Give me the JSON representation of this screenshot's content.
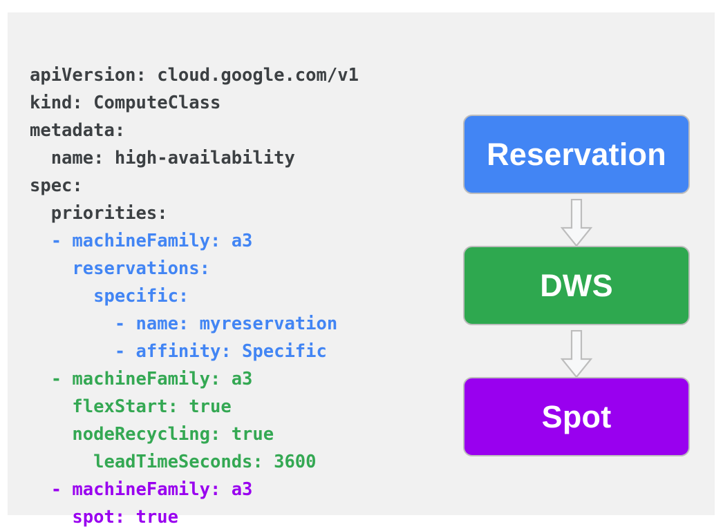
{
  "card": {
    "background_color": "#f1f1f1",
    "page_background_color": "#ffffff"
  },
  "code_block": {
    "language": "yaml",
    "colors": {
      "default": "#3c4043",
      "reservation": "#4285f4",
      "dws": "#34a853",
      "spot": "#9900ef"
    },
    "lines": [
      {
        "indent": 0,
        "text": "apiVersion: cloud.google.com/v1",
        "color": "default"
      },
      {
        "indent": 0,
        "text": "kind: ComputeClass",
        "color": "default"
      },
      {
        "indent": 0,
        "text": "metadata:",
        "color": "default"
      },
      {
        "indent": 2,
        "text": "name: high-availability",
        "color": "default"
      },
      {
        "indent": 0,
        "text": "spec:",
        "color": "default"
      },
      {
        "indent": 2,
        "text": "priorities:",
        "color": "default"
      },
      {
        "indent": 2,
        "text": "- machineFamily: a3",
        "color": "reservation"
      },
      {
        "indent": 4,
        "text": "reservations:",
        "color": "reservation"
      },
      {
        "indent": 6,
        "text": "specific:",
        "color": "reservation"
      },
      {
        "indent": 8,
        "text": "- name: myreservation",
        "color": "reservation"
      },
      {
        "indent": 8,
        "text": "- affinity: Specific",
        "color": "reservation"
      },
      {
        "indent": 2,
        "text": "- machineFamily: a3",
        "color": "dws"
      },
      {
        "indent": 4,
        "text": "flexStart: true",
        "color": "dws"
      },
      {
        "indent": 4,
        "text": "nodeRecycling: true",
        "color": "dws"
      },
      {
        "indent": 6,
        "text": "leadTimeSeconds: 3600",
        "color": "dws"
      },
      {
        "indent": 2,
        "text": "- machineFamily: a3",
        "color": "spot"
      },
      {
        "indent": 4,
        "text": "spot: true",
        "color": "spot"
      }
    ]
  },
  "flow_diagram": {
    "boxes": [
      {
        "id": "reservation",
        "label": "Reservation",
        "fill": "#4285f4",
        "text_color": "#ffffff"
      },
      {
        "id": "dws",
        "label": "DWS",
        "fill": "#2ea84f",
        "text_color": "#ffffff"
      },
      {
        "id": "spot",
        "label": "Spot",
        "fill": "#9900ef",
        "text_color": "#ffffff"
      }
    ],
    "arrows": [
      {
        "id": "arrow-reservation-to-dws",
        "direction": "down",
        "fill": "#f7f8f9",
        "stroke": "#bdbdbd"
      },
      {
        "id": "arrow-dws-to-spot",
        "direction": "down",
        "fill": "#f7f8f9",
        "stroke": "#bdbdbd"
      }
    ]
  }
}
